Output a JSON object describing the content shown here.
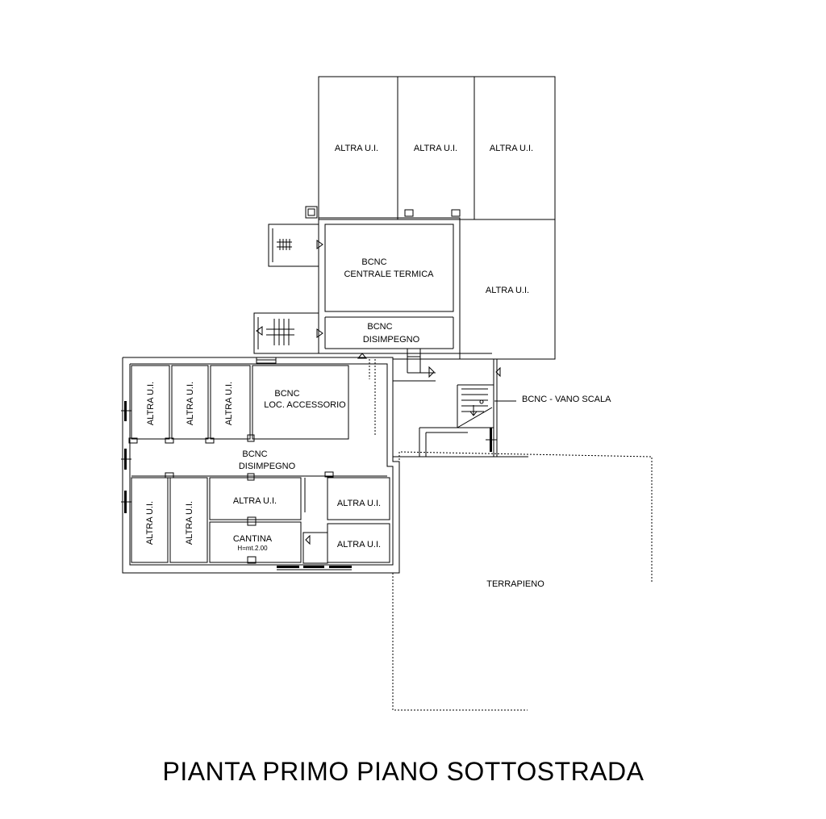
{
  "title": "PIANTA PRIMO PIANO SOTTOSTRADA",
  "rooms": {
    "top_left": "ALTRA U.I.",
    "top_mid": "ALTRA U.I.",
    "top_right": "ALTRA U.I.",
    "right_mid": "ALTRA U.I.",
    "termica_a": "BCNC",
    "termica_b": "CENTRALE TERMICA",
    "disimpegno_top_a": "BCNC",
    "disimpegno_top_b": "DISIMPEGNO",
    "left_v1": "ALTRA U.I.",
    "left_v2": "ALTRA U.I.",
    "left_v3": "ALTRA U.I.",
    "accessorio_a": "BCNC",
    "accessorio_b": "LOC. ACCESSORIO",
    "disimpegno_mid_a": "BCNC",
    "disimpegno_mid_b": "DISIMPEGNO",
    "bottom_v1": "ALTRA U.I.",
    "bottom_v2": "ALTRA U.I.",
    "bottom_h1": "ALTRA U.I.",
    "cantina": "CANTINA",
    "cantina_h": "H=mt.2.00",
    "right_low1": "ALTRA U.I.",
    "right_low2": "ALTRA U.I.",
    "vano_scala": "BCNC - VANO SCALA",
    "terrapieno": "TERRAPIENO"
  }
}
